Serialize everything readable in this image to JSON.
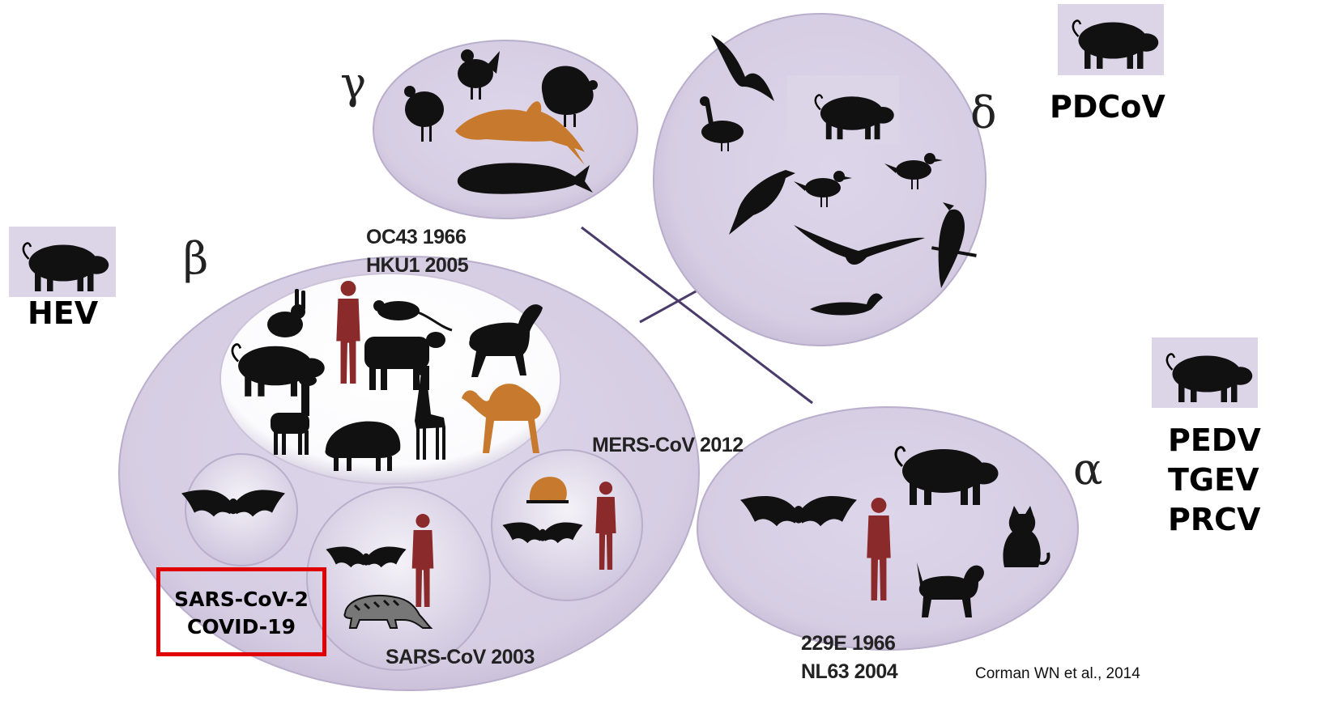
{
  "genera": {
    "gamma": "γ",
    "beta": "β",
    "delta": "δ",
    "alpha": "α"
  },
  "strains": {
    "gamma_line1": "OC43 1966",
    "gamma_line2": "HKU1 2005",
    "mers": "MERS-CoV 2012",
    "sars": "SARS-CoV 2003",
    "alpha_line1": "229E 1966",
    "alpha_line2": "NL63 2004"
  },
  "highlight": {
    "line1": "SARS-CoV-2",
    "line2": "COVID-19"
  },
  "pig_viruses": {
    "left": "HEV",
    "top_right": "PDCoV",
    "right_1": "PEDV",
    "right_2": "TGEV",
    "right_3": "PRCV"
  },
  "citation": {
    "line1": "Corman WN et al., 2014"
  },
  "colors": {
    "ellipse_fill": "#d9d1e6",
    "human_fill": "#8b2a2a",
    "highlight_fill": "#c77a2e",
    "highlight_border": "#e00000"
  }
}
